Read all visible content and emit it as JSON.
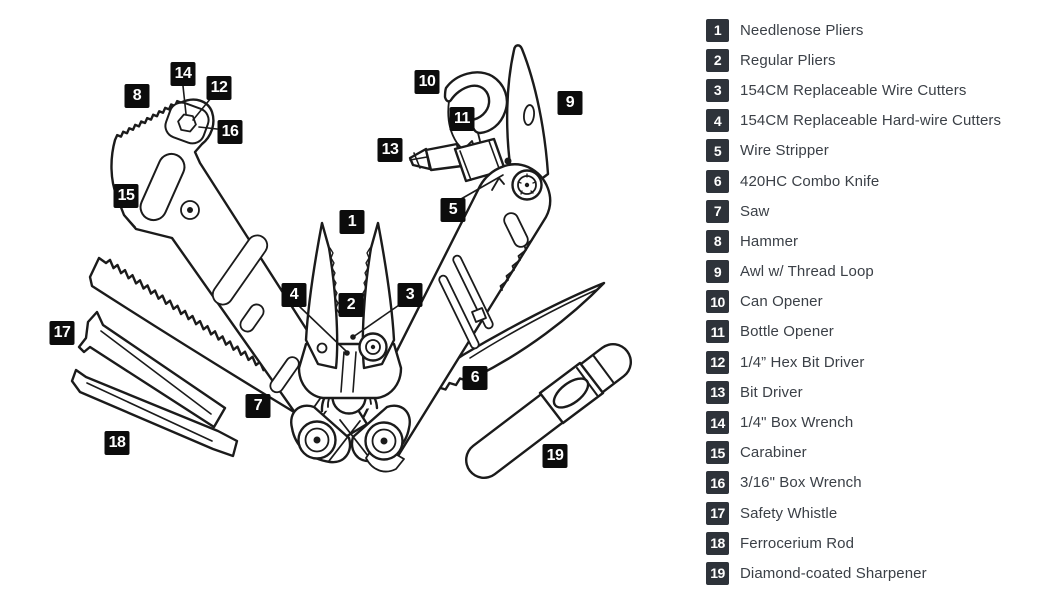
{
  "colors": {
    "background": "#ffffff",
    "line_art": "#1b1b1b",
    "diagram_badge_bg": "#0c0c0c",
    "legend_badge_bg": "#2e333a",
    "legend_text": "#3b4047",
    "badge_text": "#ffffff"
  },
  "legend": {
    "items": [
      {
        "number": "1",
        "label": "Needlenose Pliers"
      },
      {
        "number": "2",
        "label": "Regular Pliers"
      },
      {
        "number": "3",
        "label": "154CM Replaceable Wire Cutters"
      },
      {
        "number": "4",
        "label": "154CM Replaceable Hard-wire Cutters"
      },
      {
        "number": "5",
        "label": "Wire Stripper"
      },
      {
        "number": "6",
        "label": "420HC Combo Knife"
      },
      {
        "number": "7",
        "label": "Saw"
      },
      {
        "number": "8",
        "label": "Hammer"
      },
      {
        "number": "9",
        "label": "Awl w/ Thread Loop"
      },
      {
        "number": "10",
        "label": "Can Opener"
      },
      {
        "number": "11",
        "label": "Bottle Opener"
      },
      {
        "number": "12",
        "label": "1/4” Hex Bit Driver"
      },
      {
        "number": "13",
        "label": "Bit Driver"
      },
      {
        "number": "14",
        "label": "1/4\" Box Wrench"
      },
      {
        "number": "15",
        "label": "Carabiner"
      },
      {
        "number": "16",
        "label": "3/16\" Box Wrench"
      },
      {
        "number": "17",
        "label": "Safety Whistle"
      },
      {
        "number": "18",
        "label": "Ferrocerium Rod"
      },
      {
        "number": "19",
        "label": "Diamond-coated Sharpener"
      }
    ]
  },
  "diagram": {
    "callouts": [
      {
        "number": "1"
      },
      {
        "number": "2"
      },
      {
        "number": "3"
      },
      {
        "number": "4"
      },
      {
        "number": "5"
      },
      {
        "number": "6"
      },
      {
        "number": "7"
      },
      {
        "number": "8"
      },
      {
        "number": "9"
      },
      {
        "number": "10"
      },
      {
        "number": "11"
      },
      {
        "number": "12"
      },
      {
        "number": "13"
      },
      {
        "number": "14"
      },
      {
        "number": "15"
      },
      {
        "number": "16"
      },
      {
        "number": "17"
      },
      {
        "number": "18"
      },
      {
        "number": "19"
      }
    ]
  }
}
